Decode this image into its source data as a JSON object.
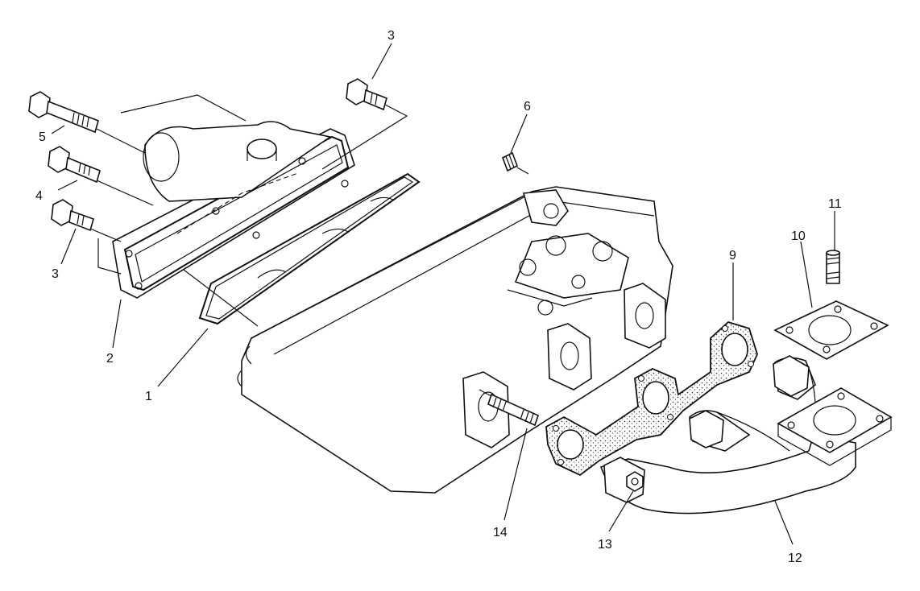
{
  "callouts": [
    {
      "id": "1",
      "text": "1"
    },
    {
      "id": "2",
      "text": "2"
    },
    {
      "id": "3a",
      "text": "3"
    },
    {
      "id": "3b",
      "text": "3"
    },
    {
      "id": "4",
      "text": "4"
    },
    {
      "id": "5",
      "text": "5"
    },
    {
      "id": "6",
      "text": "6"
    },
    {
      "id": "9",
      "text": "9"
    },
    {
      "id": "10",
      "text": "10"
    },
    {
      "id": "11",
      "text": "11"
    },
    {
      "id": "12",
      "text": "12"
    },
    {
      "id": "13",
      "text": "13"
    },
    {
      "id": "14",
      "text": "14"
    }
  ],
  "colors": {
    "line": "#111111",
    "background": "#ffffff",
    "gasket_fill": "#cfcfcf"
  }
}
